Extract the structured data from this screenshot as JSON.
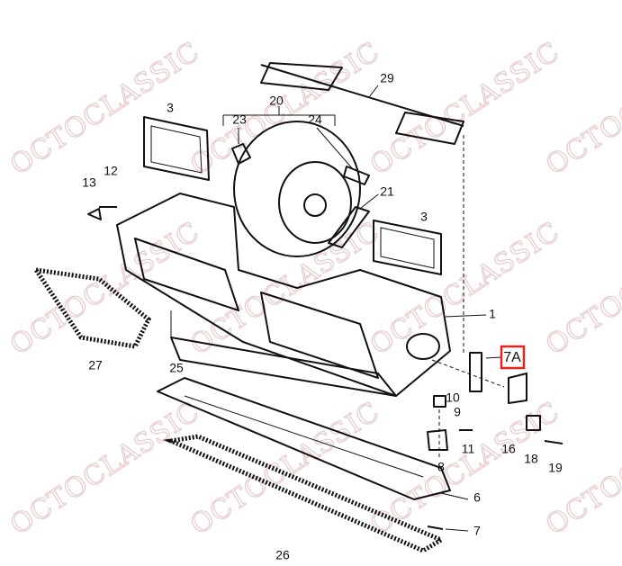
{
  "watermark": "OCTOCLASSIC",
  "highlight_color": "#e8231f",
  "labels": [
    "29",
    "3",
    "20",
    "23",
    "24",
    "13",
    "12",
    "21",
    "3",
    "1",
    "27",
    "25",
    "7A",
    "10",
    "9",
    "11",
    "16",
    "18",
    "19",
    "8",
    "6",
    "7",
    "26"
  ],
  "highlighted_label": "7A"
}
